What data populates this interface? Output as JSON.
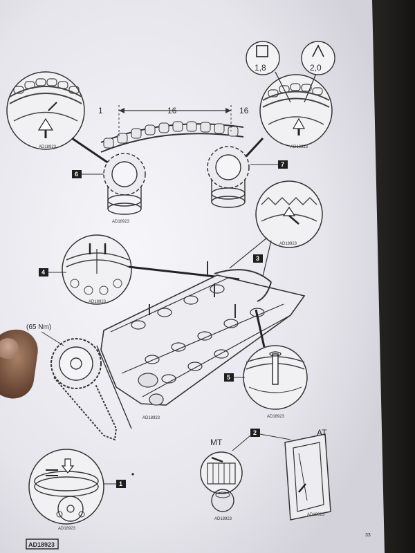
{
  "labels": {
    "chain_left": "1",
    "span_left": "16",
    "span_right": "16",
    "box_square": "1,8",
    "box_angle": "2,0",
    "torque": "(65 Nm)",
    "mt": "MT",
    "at": "AT",
    "page_number": "33",
    "footer_code": "AD18923",
    "fig_code": "AD18923"
  },
  "callouts": [
    "1",
    "2",
    "3",
    "4",
    "5",
    "6",
    "7"
  ],
  "colors": {
    "paper": "#e9e8ee",
    "ink": "#2a2a2a",
    "callout_fill": "#1e1e1e"
  }
}
